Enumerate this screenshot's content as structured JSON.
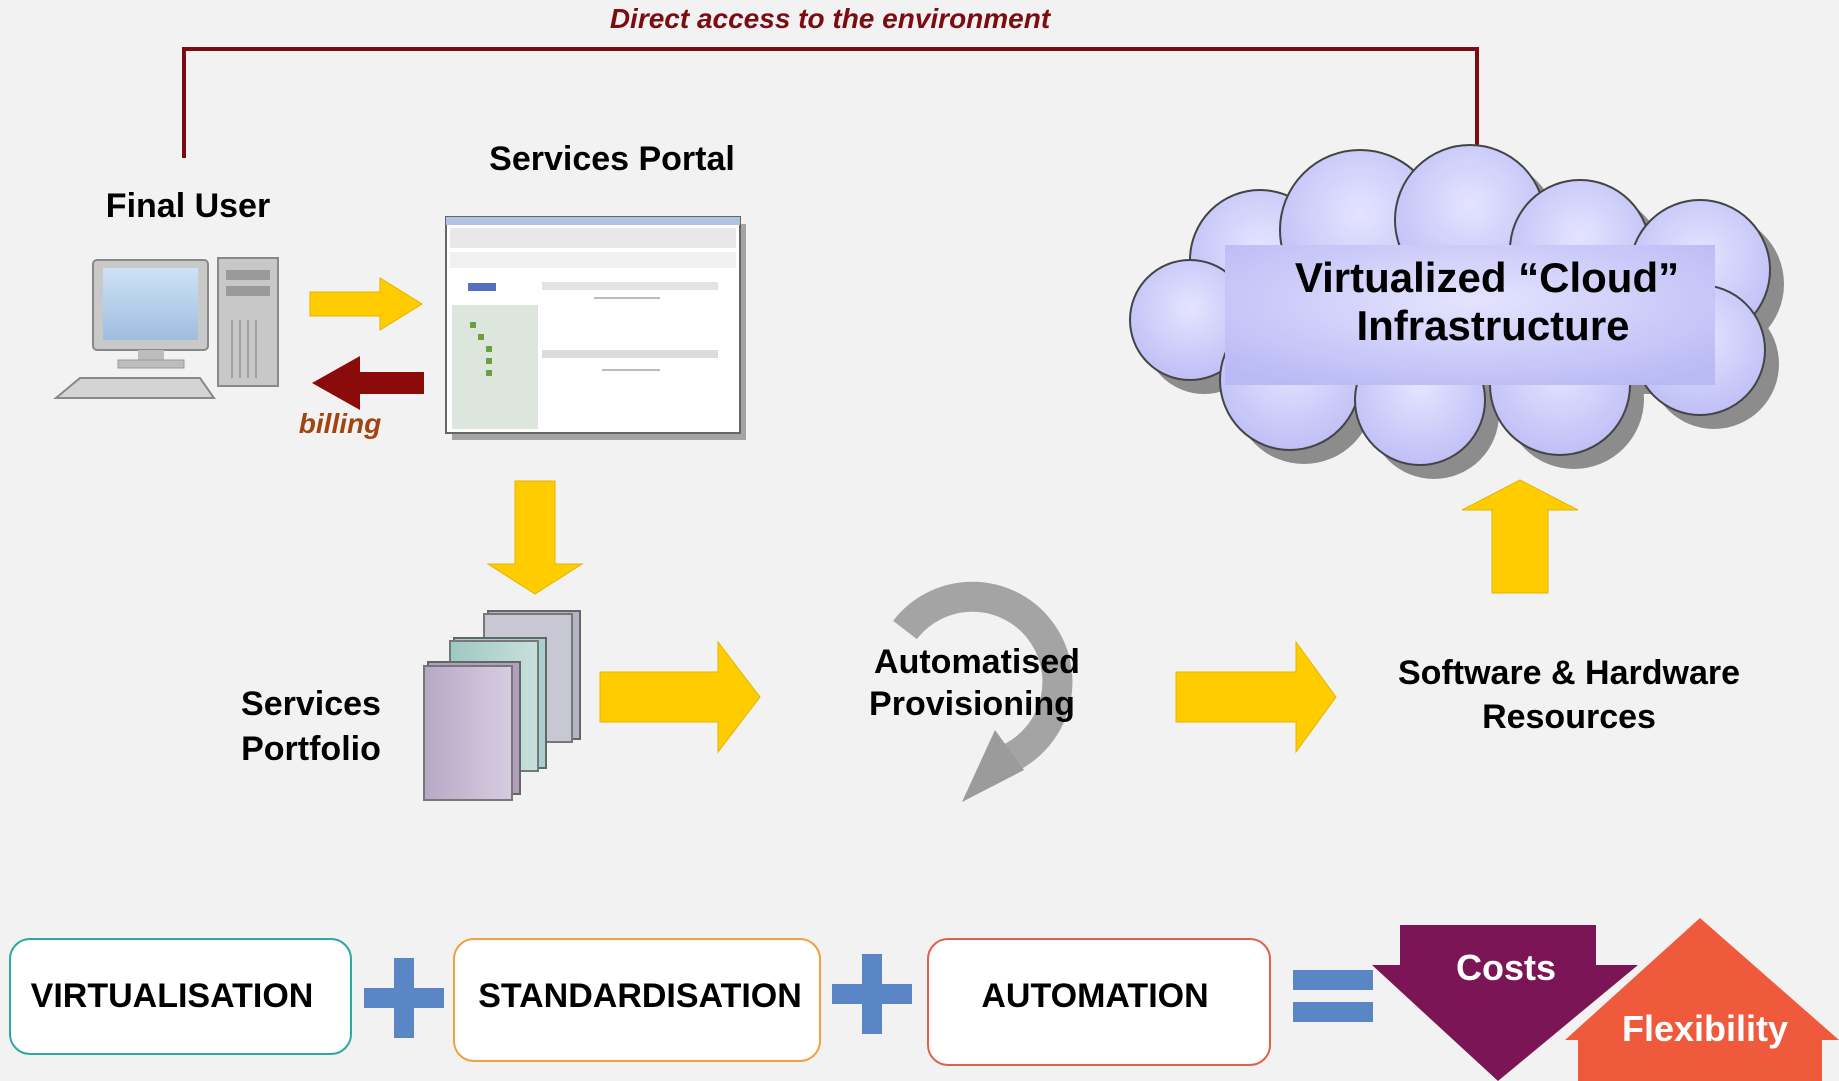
{
  "top_link": {
    "label": "Direct access to the environment"
  },
  "final_user": {
    "label": "Final User"
  },
  "portal": {
    "label": "Services Portal",
    "billing_label": "billing"
  },
  "cloud": {
    "line1": "Virtualized “Cloud”",
    "line2": "Infrastructure"
  },
  "portfolio": {
    "line1": "Services",
    "line2": "Portfolio"
  },
  "provisioning": {
    "line1": "Automatised",
    "line2": "Provisioning"
  },
  "resources": {
    "line1": "Software & Hardware",
    "line2": "Resources"
  },
  "equation": {
    "term1": "VIRTUALISATION",
    "term2": "STANDARDISATION",
    "term3": "AUTOMATION",
    "result_down": "Costs",
    "result_up": "Flexibility"
  },
  "colors": {
    "dark_red": "#7b0c12",
    "arrow_yellow": "#ffcc00",
    "plus_blue": "#5b86c5",
    "costs_purple": "#7b1556",
    "flex_orange": "#ef5a3c",
    "cloud_fill": "#c9c9ff",
    "box1_border": "#2ba8a0",
    "box2_border": "#f0a040",
    "box3_border": "#e0604c"
  }
}
